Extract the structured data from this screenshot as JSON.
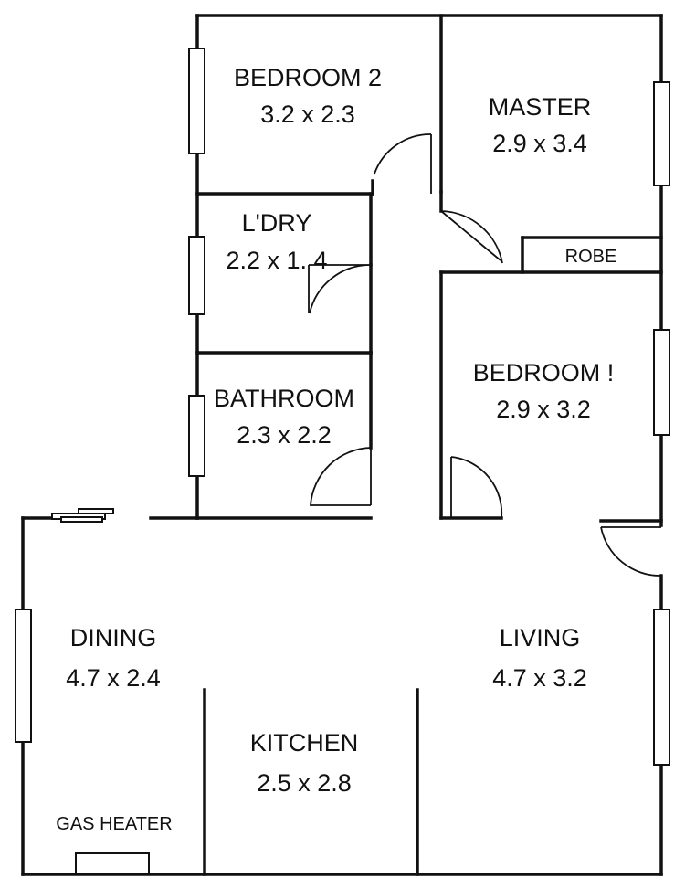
{
  "rooms": {
    "bedroom2": {
      "name": "BEDROOM 2",
      "dims": "3.2 x 2.3"
    },
    "master": {
      "name": "MASTER",
      "dims": "2.9 x 3.4"
    },
    "laundry": {
      "name": "L'DRY",
      "dims": "2.2 x 1. 4"
    },
    "robe": {
      "name": "ROBE"
    },
    "bathroom": {
      "name": "BATHROOM",
      "dims": "2.3 x 2.2"
    },
    "bedroom1": {
      "name": "BEDROOM !",
      "dims": "2.9 x 3.2"
    },
    "dining": {
      "name": "DINING",
      "dims": "4.7 x 2.4"
    },
    "living": {
      "name": "LIVING",
      "dims": "4.7 x 3.2"
    },
    "kitchen": {
      "name": "KITCHEN",
      "dims": "2.5 x 2.8"
    },
    "gas_heater": {
      "name": "GAS HEATER"
    }
  }
}
